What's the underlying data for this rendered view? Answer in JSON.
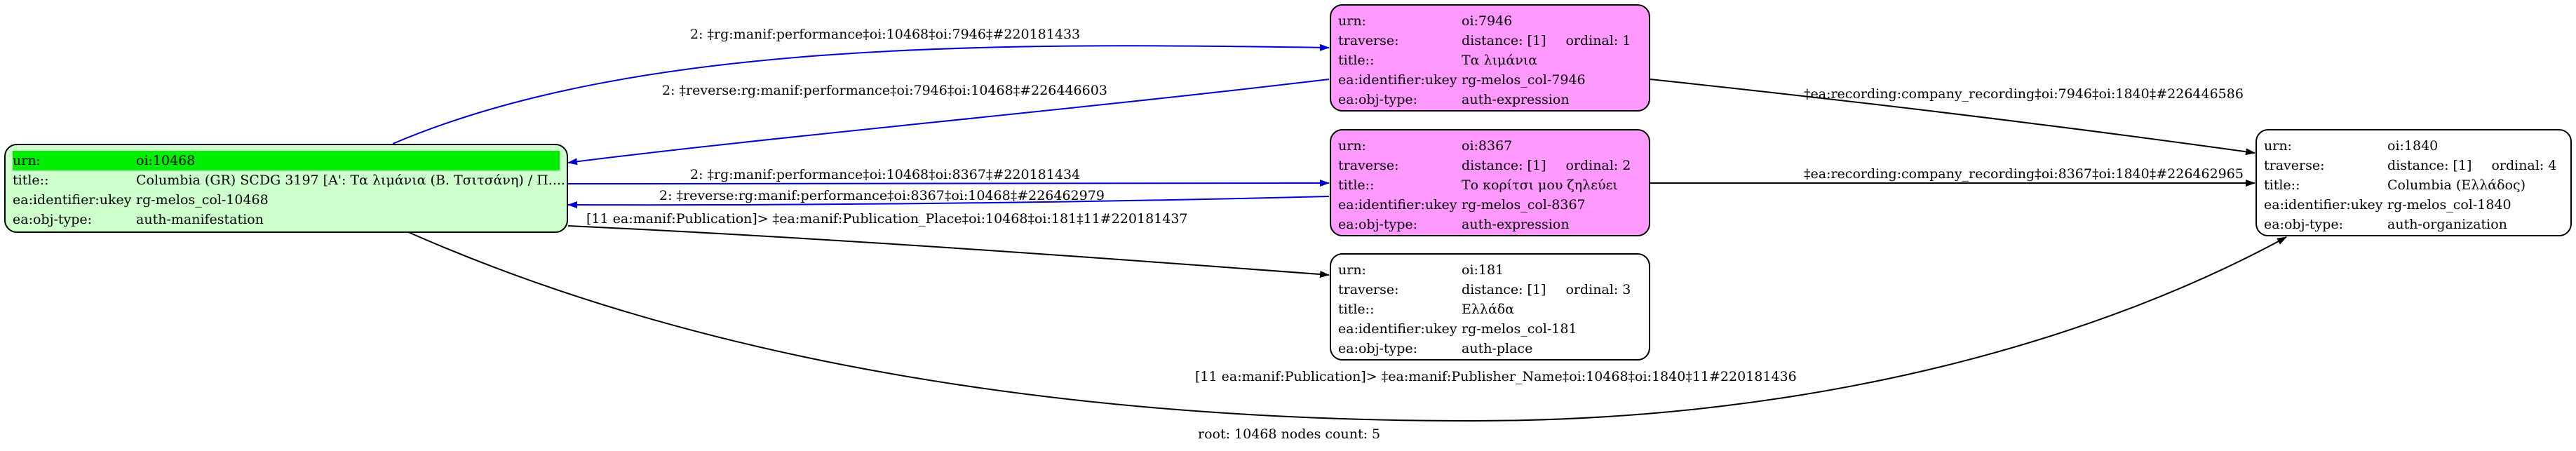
{
  "nodes": {
    "n10468": {
      "urn_k": "urn:",
      "urn_v": "oi:10468",
      "title_k": "title::",
      "title_v": "Columbia (GR) SCDG 3197 [A': Τα λιμάνια (Β. Τσιτσάνη) / Π....",
      "ukey_k": "ea:identifier:ukey",
      "ukey_v": "rg-melos_col-10468",
      "type_k": "ea:obj-type:",
      "type_v": "auth-manifestation"
    },
    "n7946": {
      "urn_k": "urn:",
      "urn_v": "oi:7946",
      "trav_k": "traverse:",
      "trav_v": "distance: [1]",
      "ord_v": "ordinal: 1",
      "title_k": "title::",
      "title_v": "Τα λιμάνια",
      "ukey_k": "ea:identifier:ukey",
      "ukey_v": "rg-melos_col-7946",
      "type_k": "ea:obj-type:",
      "type_v": "auth-expression"
    },
    "n8367": {
      "urn_k": "urn:",
      "urn_v": "oi:8367",
      "trav_k": "traverse:",
      "trav_v": "distance: [1]",
      "ord_v": "ordinal: 2",
      "title_k": "title::",
      "title_v": "Το κορίτσι μου ζηλεύει",
      "ukey_k": "ea:identifier:ukey",
      "ukey_v": "rg-melos_col-8367",
      "type_k": "ea:obj-type:",
      "type_v": "auth-expression"
    },
    "n181": {
      "urn_k": "urn:",
      "urn_v": "oi:181",
      "trav_k": "traverse:",
      "trav_v": "distance: [1]",
      "ord_v": "ordinal: 3",
      "title_k": "title::",
      "title_v": "Ελλάδα",
      "ukey_k": "ea:identifier:ukey",
      "ukey_v": "rg-melos_col-181",
      "type_k": "ea:obj-type:",
      "type_v": "auth-place"
    },
    "n1840": {
      "urn_k": "urn:",
      "urn_v": "oi:1840",
      "trav_k": "traverse:",
      "trav_v": "distance: [1]",
      "ord_v": "ordinal: 4",
      "title_k": "title::",
      "title_v": "Columbia (Ελλάδος)",
      "ukey_k": "ea:identifier:ukey",
      "ukey_v": "rg-melos_col-1840",
      "type_k": "ea:obj-type:",
      "type_v": "auth-organization"
    }
  },
  "edges": {
    "e1": "2: ‡rg:manif:performance‡oi:10468‡oi:7946‡#220181433",
    "e2": "2: ‡reverse:rg:manif:performance‡oi:7946‡oi:10468‡#226446603",
    "e3": "2: ‡rg:manif:performance‡oi:10468‡oi:8367‡#220181434",
    "e4": "2: ‡reverse:rg:manif:performance‡oi:8367‡oi:10468‡#226462979",
    "e5": "[11 ea:manif:Publication]> ‡ea:manif:Publication_Place‡oi:10468‡oi:181‡11#220181437",
    "e6": "‡ea:recording:company_recording‡oi:7946‡oi:1840‡#226446586",
    "e7": "‡ea:recording:company_recording‡oi:8367‡oi:1840‡#226462965",
    "e8": "[11 ea:manif:Publication]> ‡ea:manif:Publisher_Name‡oi:10468‡oi:1840‡11#220181436"
  },
  "footer": "root: 10468 nodes count: 5",
  "colors": {
    "reverse_edge": "#0000cc",
    "forward_edge": "#0000cc",
    "plain_edge": "#000000",
    "root_fill": "#ccffcc",
    "expression_fill": "#ff99ff",
    "highlight": "#00ee00"
  }
}
